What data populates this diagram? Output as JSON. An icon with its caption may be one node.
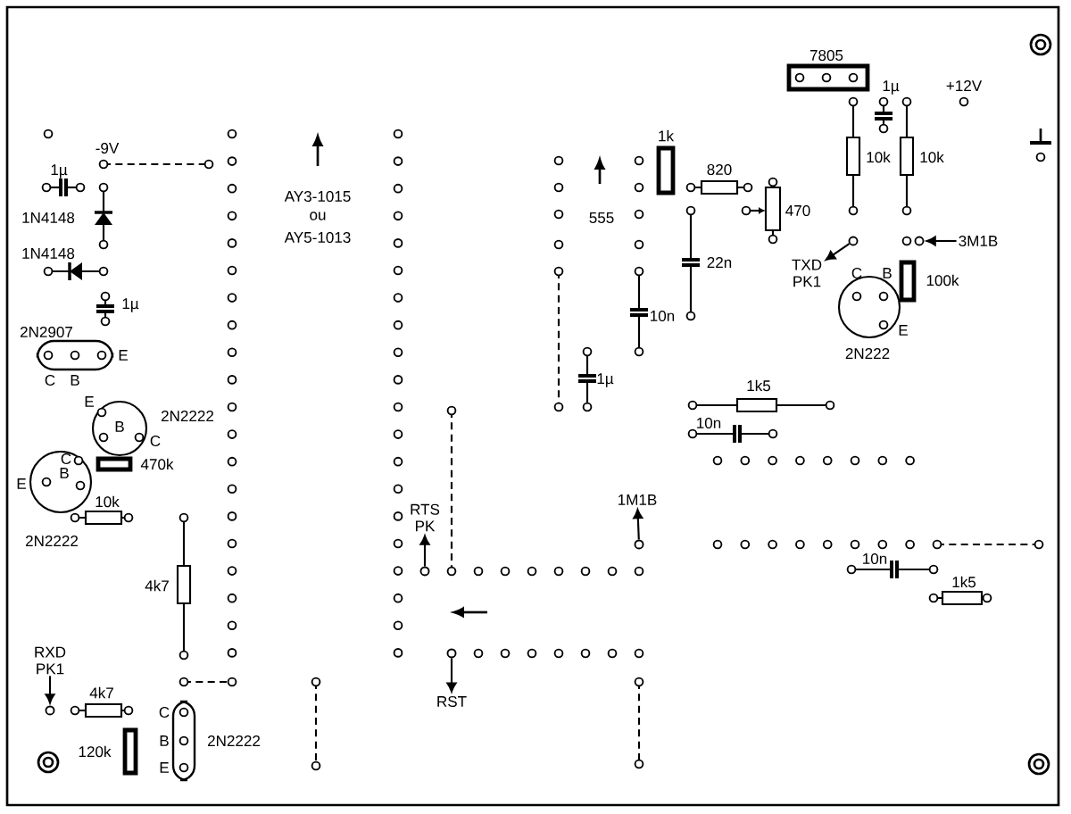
{
  "diagram": {
    "nodes": [
      {
        "text": [
          "TXD",
          "PK1"
        ]
      },
      {
        "text": [],
        "shape": "circle"
      },
      {
        "text": [
          "3M1B"
        ]
      },
      {
        "text": [],
        "shape": "circle"
      },
      {
        "text": [
          "RTS",
          "PK"
        ]
      },
      {
        "text": [],
        "shape": "circle"
      },
      {
        "text": [
          "1M1B"
        ]
      },
      {
        "text": [],
        "shape": "circle"
      },
      {
        "text": [],
        "shape": "circle"
      },
      {
        "text": [
          "RST"
        ]
      },
      {
        "text": [
          "RXD",
          "PK1"
        ]
      },
      {
        "text": [],
        "shape": "circle"
      }
    ],
    "edges": [
      {
        "from": 1,
        "to": 0,
        "arrow": "to"
      },
      {
        "from": 2,
        "to": 3,
        "arrow": "to"
      },
      {
        "from": 5,
        "to": 4,
        "arrow": "to"
      },
      {
        "from": 7,
        "to": 6,
        "arrow": "to"
      },
      {
        "from": 8,
        "to": 9,
        "arrow": "to"
      },
      {
        "from": 10,
        "to": 11,
        "arrow": "to"
      }
    ],
    "labels": [
      "7805",
      "1µ",
      "+12V",
      "-9V",
      "1µ",
      "1k",
      "AY3-1015",
      "ou",
      "AY5-1013",
      "555",
      "820",
      "10k",
      "10k",
      "1N4148",
      "470",
      "22n",
      "1N4148",
      "C",
      "B",
      "100k",
      "1µ",
      "10n",
      "2N2907",
      "E",
      "E",
      "2N222",
      "C",
      "B",
      "1µ",
      "1k5",
      "E",
      "2N2222",
      "B",
      "10n",
      "C",
      "C",
      "470k",
      "B",
      "E",
      "10k",
      "2N2222",
      "10n",
      "4k7",
      "1k5",
      "4k7",
      "C",
      "B",
      "120k",
      "2N2222",
      "E"
    ]
  }
}
